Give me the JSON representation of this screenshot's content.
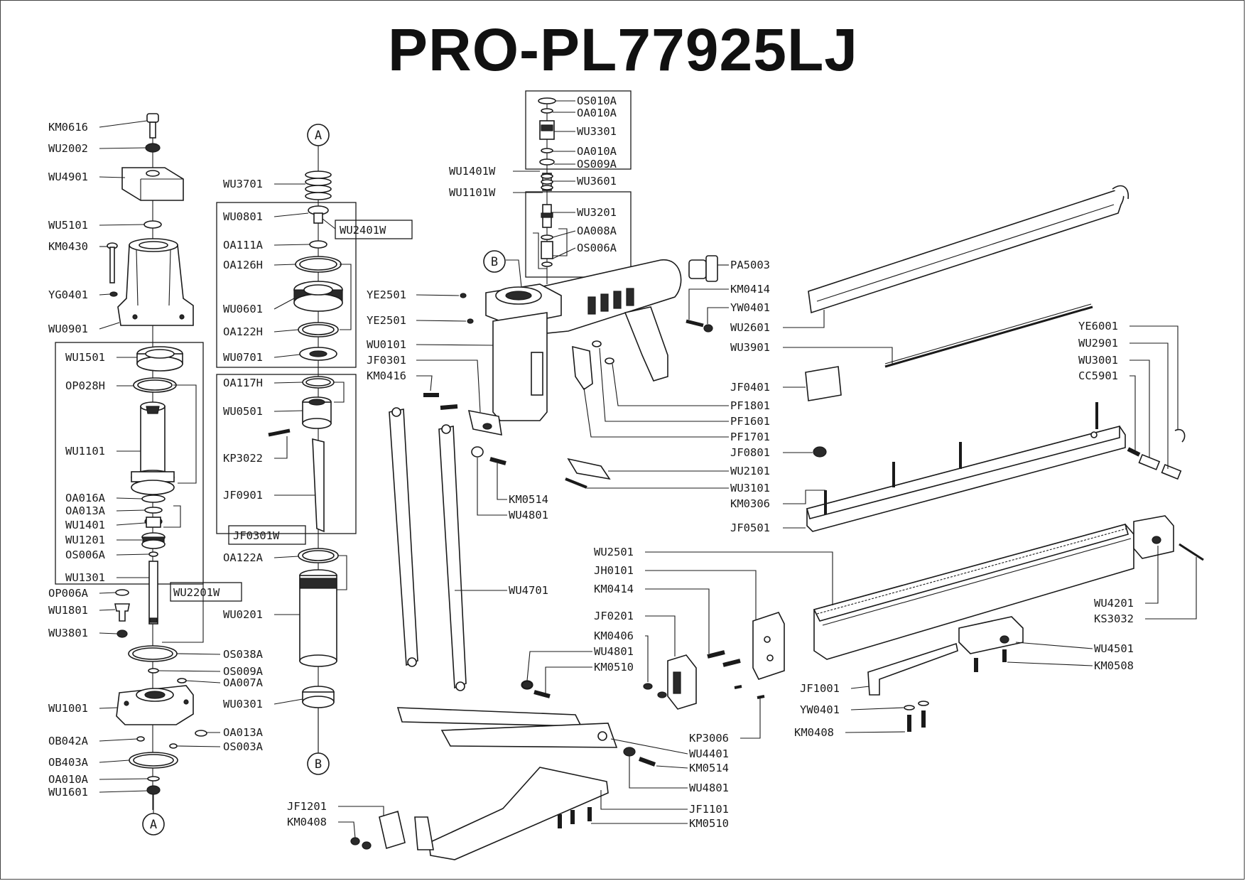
{
  "title": "PRO-PL77925LJ",
  "colors": {
    "ink": "#1a1a1a",
    "paper": "#ffffff"
  },
  "markers": {
    "a_top": "A",
    "a_bottom": "A",
    "b_left": "B",
    "b_top": "B"
  },
  "group_labels": {
    "wu2401w": "WU2401W",
    "jf0301w": "JF0301W",
    "wu2201w": "WU2201W"
  },
  "left_column": [
    "KM0616",
    "WU2002",
    "WU4901",
    "WU5101",
    "KM0430",
    "YG0401",
    "WU0901",
    "WU1501",
    "OP028H",
    "WU1101",
    "OA016A",
    "OA013A",
    "WU1401",
    "WU1201",
    "OS006A",
    "WU1301",
    "OP006A",
    "WU1801",
    "WU3801",
    "WU1001",
    "OB042A",
    "OB403A",
    "OA010A",
    "WU1601"
  ],
  "center_column": [
    "WU3701",
    "WU0801",
    "OA111A",
    "OA126H",
    "WU0601",
    "OA122H",
    "WU0701",
    "OA117H",
    "WU0501",
    "KP3022",
    "JF0901",
    "OA122A",
    "WU0201",
    "WU0301",
    "OS038A",
    "OS009A",
    "OA007A",
    "OA013A",
    "OS003A"
  ],
  "valve_stack": [
    "OS010A",
    "OA010A",
    "WU3301",
    "OA010A",
    "OS009A",
    "WU3601",
    "WU3201",
    "OA008A",
    "OS006A",
    "WU1401W",
    "WU1101W"
  ],
  "body_parts": [
    "YE2501",
    "YE2501",
    "WU0101",
    "JF0301",
    "KM0416",
    "PA5003",
    "KM0414",
    "YW0401",
    "WU2601",
    "WU3901",
    "JF0401",
    "PF1801",
    "PF1601",
    "PF1701",
    "JF0801",
    "WU2101",
    "WU3101",
    "KM0306",
    "JF0501",
    "KM0514",
    "WU4801",
    "WU4701"
  ],
  "right_parts": [
    "YE6001",
    "WU2901",
    "WU3001",
    "CC5901",
    "WU2501",
    "JH0101",
    "KM0414",
    "JF0201",
    "KM0406",
    "WU4801",
    "KM0510",
    "WU4201",
    "KS3032",
    "WU4501",
    "KM0508",
    "JF1001",
    "YW0401",
    "KM0408",
    "KP3006",
    "WU4401",
    "KM0514",
    "WU4801",
    "JF1201",
    "KM0408",
    "JF1101",
    "KM0510"
  ]
}
